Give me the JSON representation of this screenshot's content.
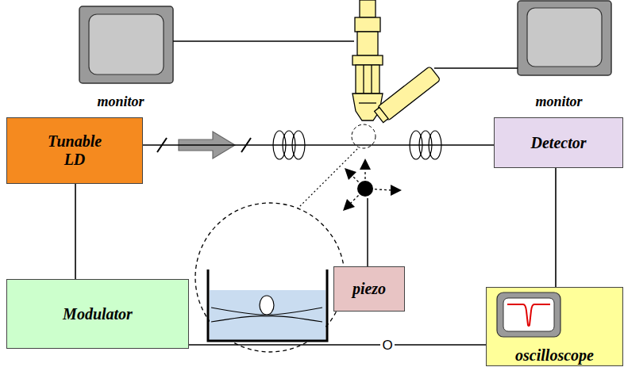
{
  "diagram": {
    "nodes": [
      {
        "text": [
          "Tunable LD"
        ]
      },
      {
        "text": [
          "Detector"
        ]
      },
      {
        "text": [
          "piezo"
        ]
      },
      {
        "text": [
          "Modulator"
        ]
      },
      {
        "text": [
          "oscilloscope"
        ]
      }
    ],
    "edges": [
      {
        "from": 0,
        "to": 1,
        "arrow": "none"
      },
      {
        "from": 0,
        "to": 3,
        "arrow": "none"
      },
      {
        "from": 1,
        "to": 4,
        "arrow": "none"
      },
      {
        "from": 3,
        "to": 4,
        "label": "O",
        "arrow": "none"
      }
    ],
    "labels": [
      "monitor",
      "monitor"
    ]
  }
}
